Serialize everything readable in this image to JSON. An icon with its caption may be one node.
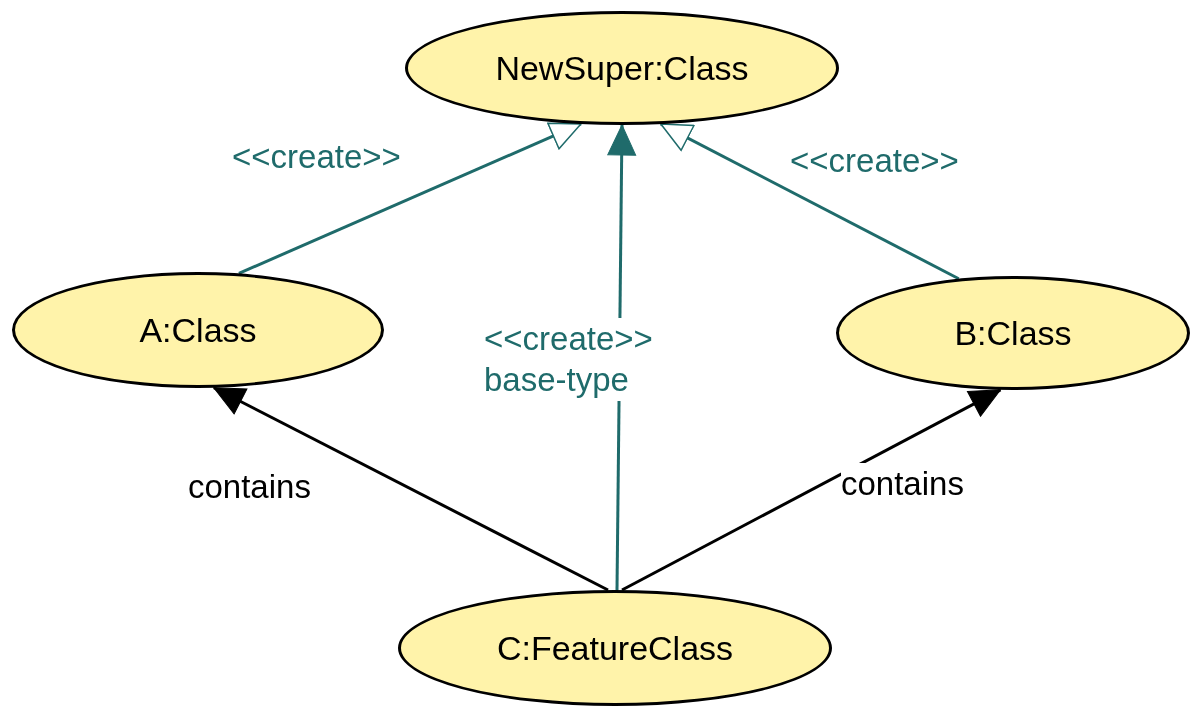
{
  "diagram": {
    "nodes": [
      {
        "text": [
          "NewSuper:Class"
        ]
      },
      {
        "text": [
          "A:Class"
        ]
      },
      {
        "text": [
          "B:Class"
        ]
      },
      {
        "text": [
          "C:FeatureClass"
        ]
      }
    ],
    "edges": [
      {
        "from": 1,
        "to": 0,
        "arrow": "to",
        "label": "<<create>>"
      },
      {
        "from": 2,
        "to": 0,
        "arrow": "to",
        "label": "<<create>>"
      },
      {
        "from": 3,
        "to": 0,
        "arrow": "to",
        "label": "<<create>> base-type"
      },
      {
        "from": 3,
        "to": 1,
        "arrow": "to",
        "label": "contains",
        "color": "#000000"
      },
      {
        "from": 3,
        "to": 2,
        "arrow": "to",
        "label": "contains",
        "color": "#000000"
      }
    ]
  }
}
